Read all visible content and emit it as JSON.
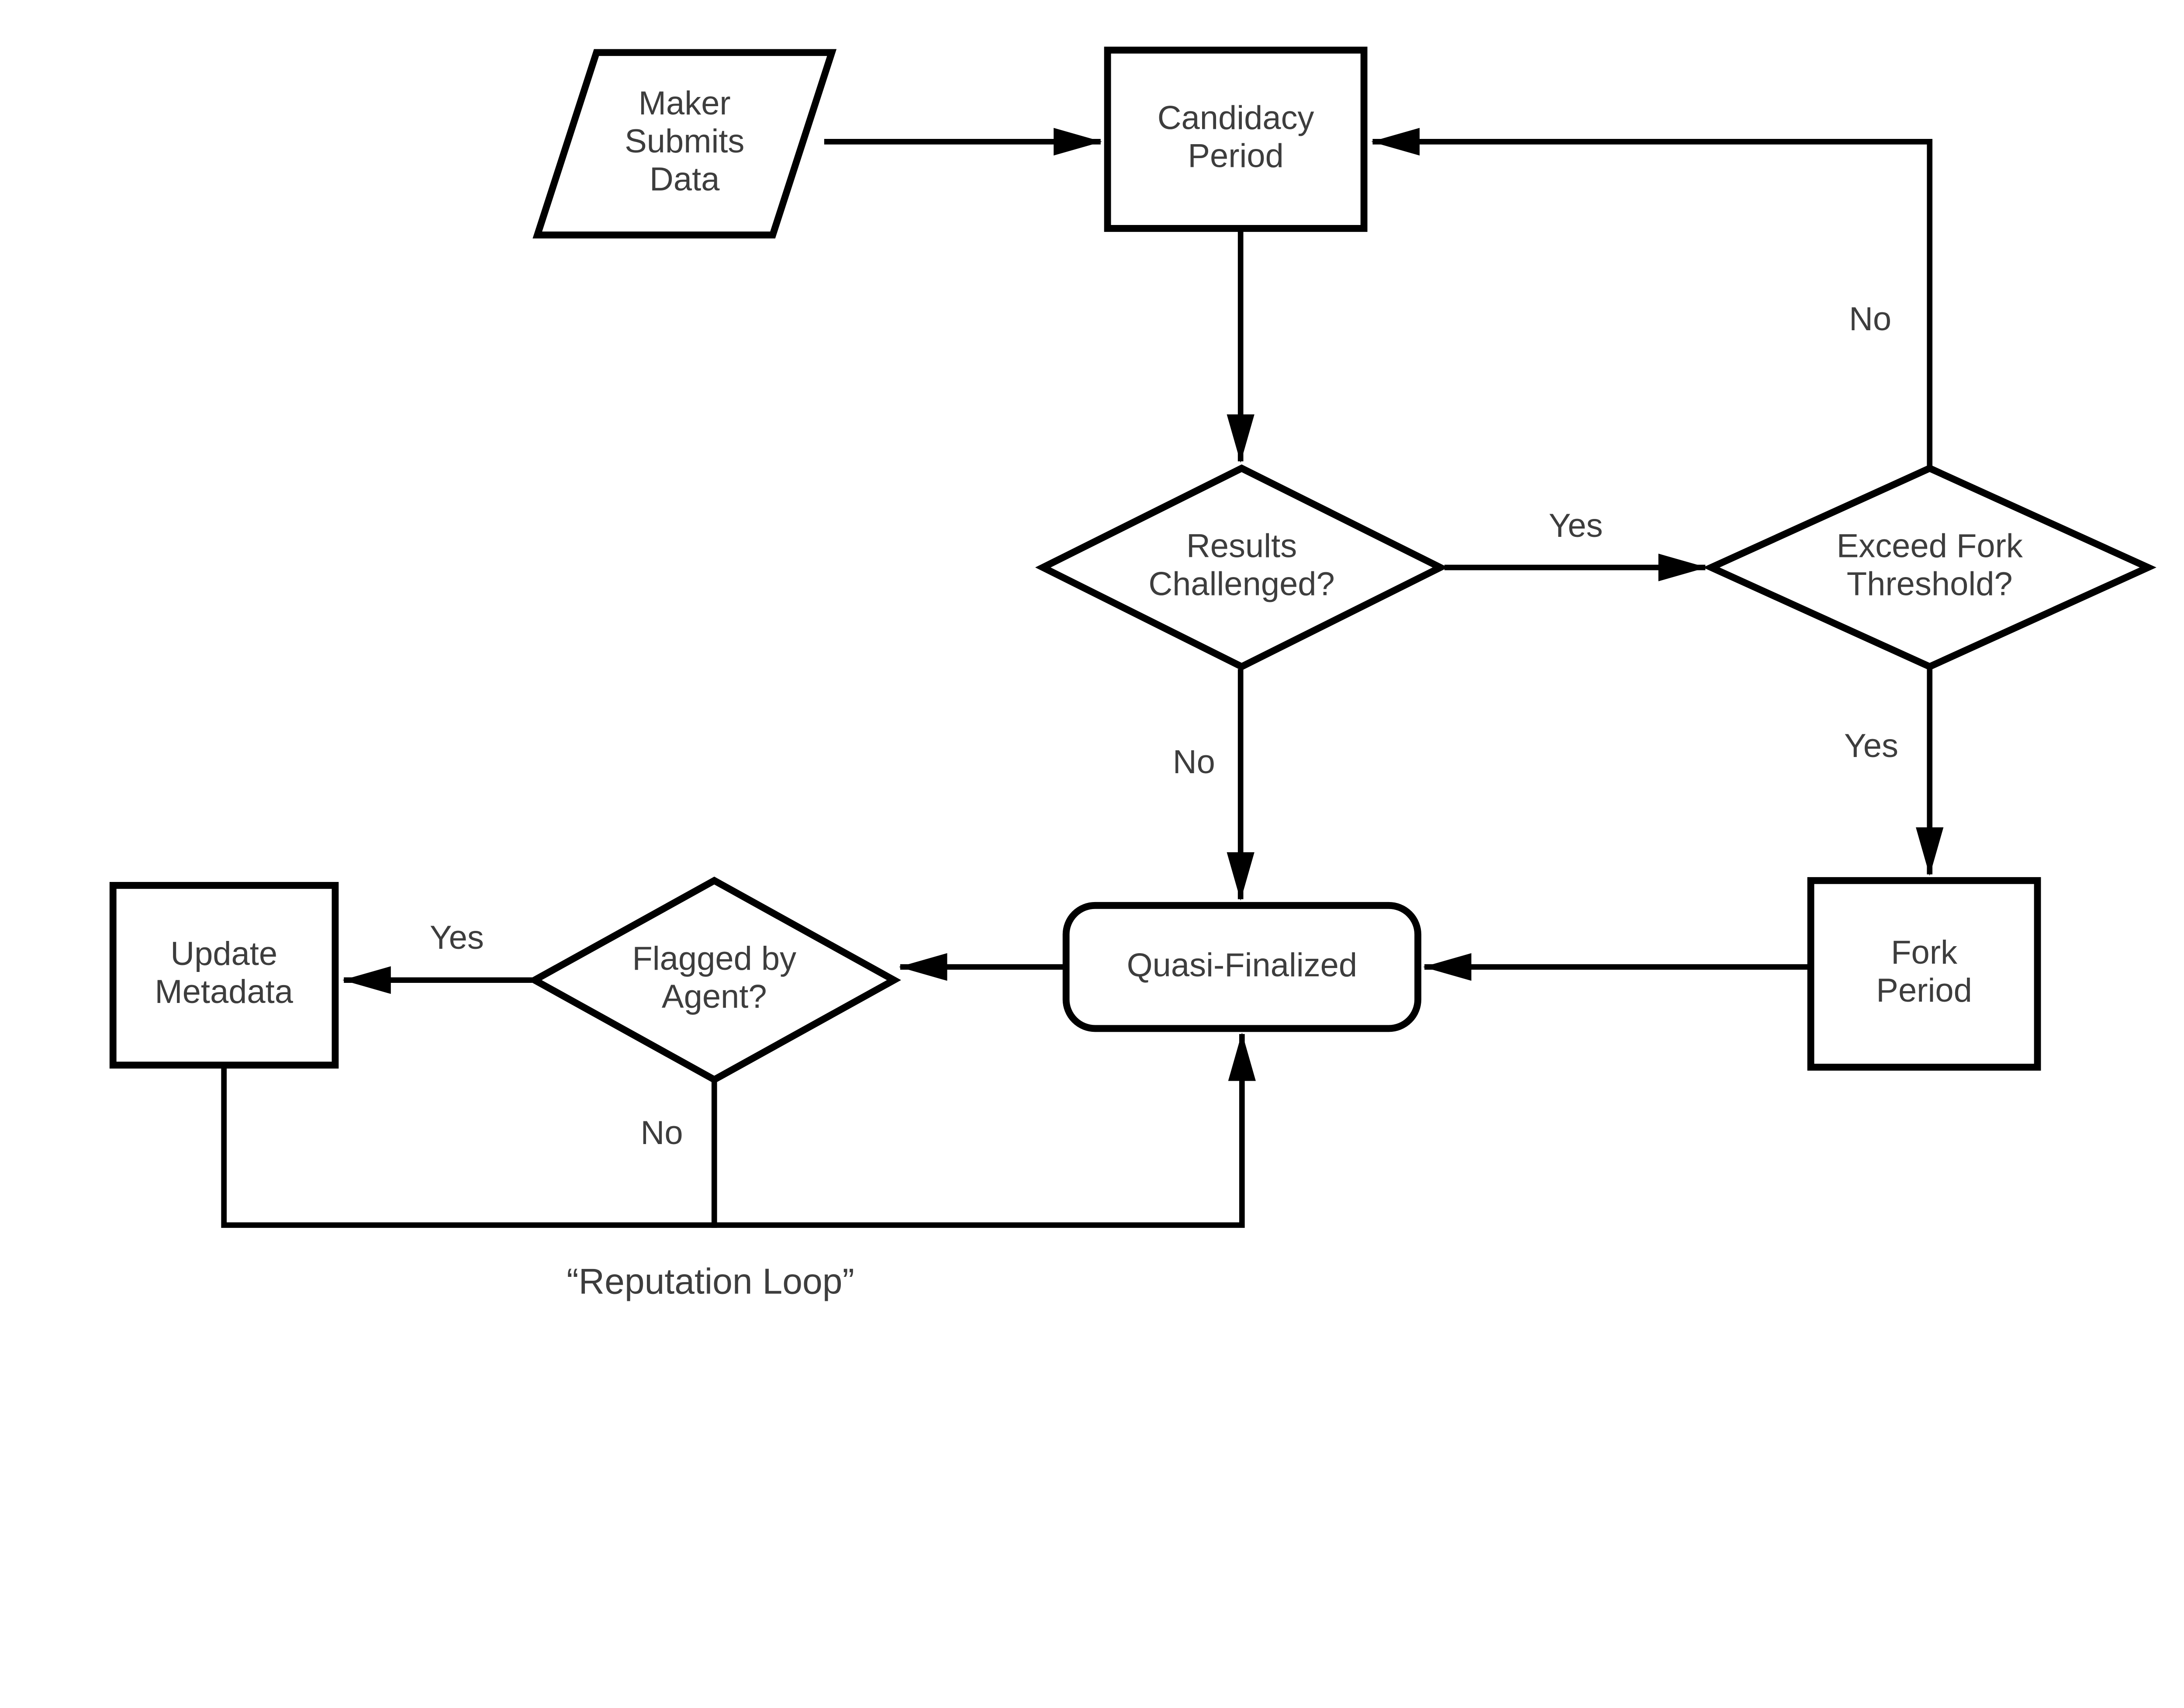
{
  "diagram": {
    "caption": "“Reputation Loop”",
    "colors": {
      "background": "#ffffff",
      "line": "#000000",
      "text": "#3d3d3d"
    },
    "nodes": {
      "maker_submits_data": {
        "type": "input-parallelogram",
        "lines": [
          "Maker",
          "Submits",
          "Data"
        ]
      },
      "candidacy_period": {
        "type": "process-rect",
        "lines": [
          "Candidacy",
          "Period"
        ]
      },
      "results_challenged": {
        "type": "decision-diamond",
        "lines": [
          "Results",
          "Challenged?"
        ]
      },
      "exceed_fork_threshold": {
        "type": "decision-diamond",
        "lines": [
          "Exceed Fork",
          "Threshold?"
        ]
      },
      "fork_period": {
        "type": "process-rect",
        "lines": [
          "Fork",
          "Period"
        ]
      },
      "quasi_finalized": {
        "type": "rounded-rect",
        "lines": [
          "Quasi-Finalized"
        ]
      },
      "flagged_by_agent": {
        "type": "decision-diamond",
        "lines": [
          "Flagged by",
          "Agent?"
        ]
      },
      "update_metadata": {
        "type": "process-rect",
        "lines": [
          "Update",
          "Metadata"
        ]
      }
    },
    "edge_labels": {
      "results_challenged_yes": "Yes",
      "exceed_fork_no": "No",
      "exceed_fork_yes": "Yes",
      "results_challenged_no": "No",
      "flagged_by_agent_yes": "Yes",
      "flagged_by_agent_no": "No"
    }
  }
}
